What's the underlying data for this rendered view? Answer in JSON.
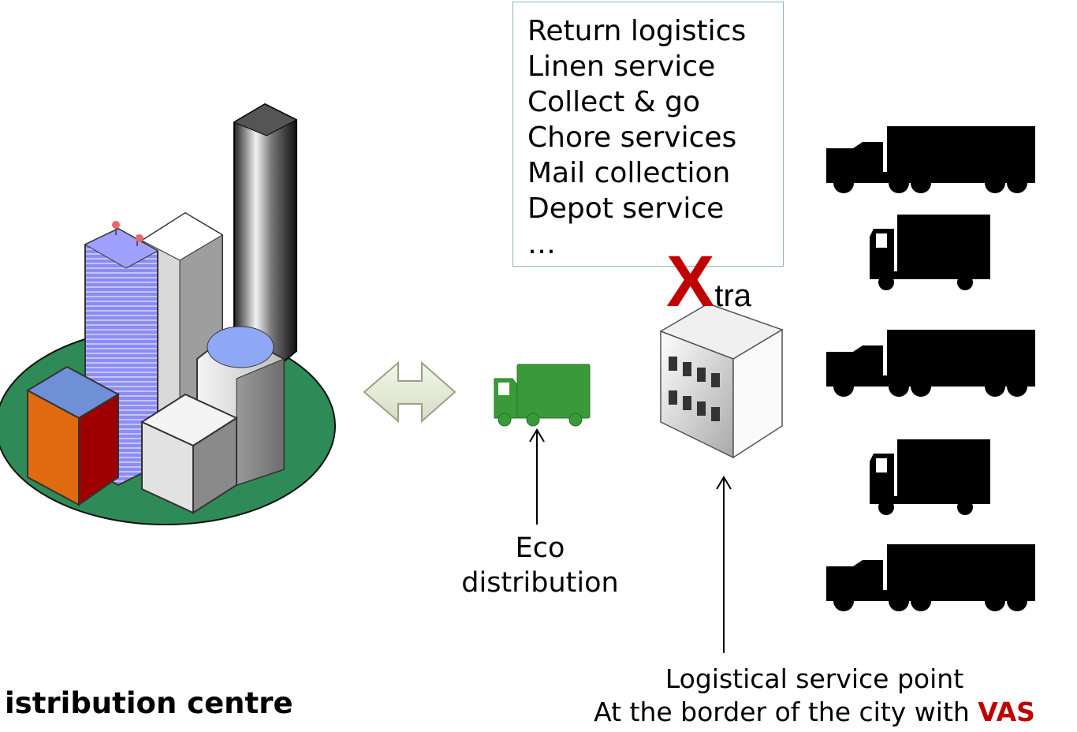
{
  "services": {
    "items": [
      "Return logistics",
      "Linen service",
      "Collect & go",
      "Chore services",
      "Mail collection",
      "Depot service",
      "…"
    ]
  },
  "xtra": {
    "x": "X",
    "rest": "tra"
  },
  "eco_label": {
    "line1": "Eco",
    "line2": "distribution"
  },
  "service_point_label": {
    "line1": "Logistical service point",
    "line2_prefix": "At the border of the city with ",
    "line2_vas": "VAS"
  },
  "distribution_centre_label": "istribution centre",
  "colors": {
    "accent_red": "#c00000",
    "eco_green": "#3a9a3a",
    "city_ground": "#2e8b57",
    "box_border": "#8fb4c4"
  }
}
